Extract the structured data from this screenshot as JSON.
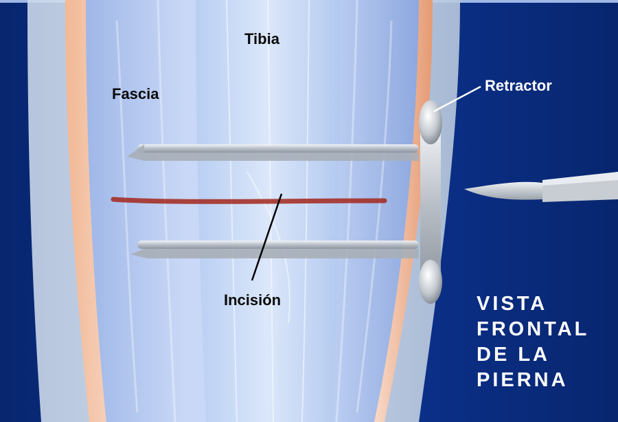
{
  "labels": {
    "tibia": "Tibia",
    "fascia": "Fascia",
    "incision": "Incisión",
    "retractor": "Retractor"
  },
  "view_title": {
    "line1": "VISTA",
    "line2": "FRONTAL",
    "line3": "DE LA",
    "line4": "PIERNA"
  },
  "colors": {
    "background": "#0b2f86",
    "incision": "#a3271c",
    "muscle": "#e7a07c"
  },
  "icons": {
    "retractor": "retractor-icon",
    "scalpel": "scalpel-icon"
  }
}
